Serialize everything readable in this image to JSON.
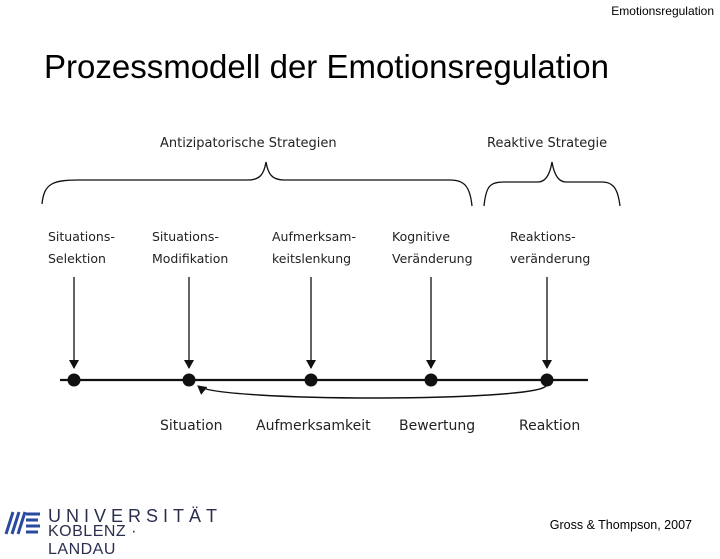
{
  "header": {
    "title": "Emotionsregulation"
  },
  "slide": {
    "title": "Prozessmodell der Emotionsregulation"
  },
  "diagram": {
    "groups": {
      "anticipatory": "Antizipatorische Strategien",
      "reactive": "Reaktive Strategie"
    },
    "strategies": [
      {
        "line1": "Situations-",
        "line2": "Selektion"
      },
      {
        "line1": "Situations-",
        "line2": "Modifikation"
      },
      {
        "line1": "Aufmerksam-",
        "line2": "keitslenkung"
      },
      {
        "line1": "Kognitive",
        "line2": "Veränderung"
      },
      {
        "line1": "Reaktions-",
        "line2": "veränderung"
      }
    ],
    "stages": [
      "Situation",
      "Aufmerksamkeit",
      "Bewertung",
      "Reaktion"
    ]
  },
  "footer": {
    "citation": "Gross & Thompson, 2007",
    "logo_line1": "UNIVERSITÄT",
    "logo_line2": "KOBLENZ · LANDAU"
  }
}
